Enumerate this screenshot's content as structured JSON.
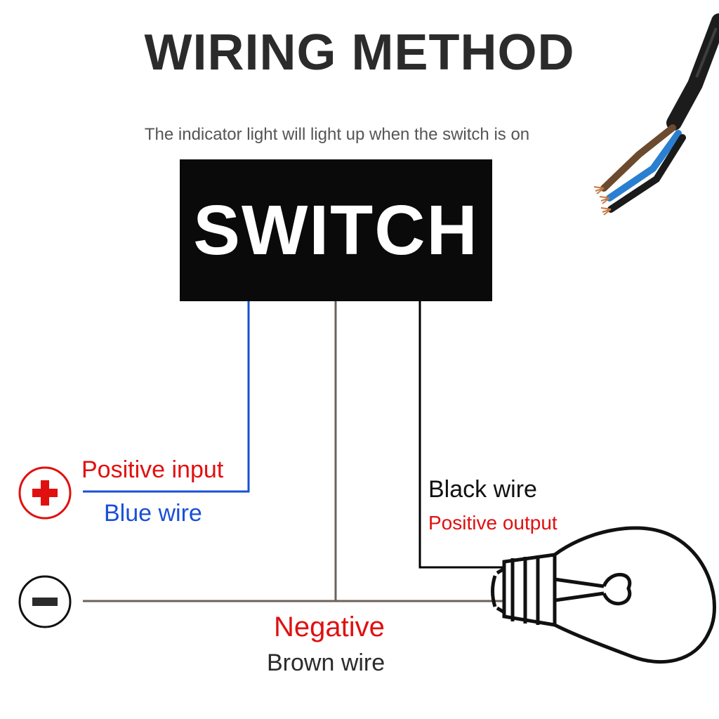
{
  "header": {
    "title": "WIRING METHOD",
    "subtitle": "The indicator light will light up when the switch is on"
  },
  "switch": {
    "label": "SWITCH"
  },
  "wires": {
    "blue": {
      "role": "Positive input",
      "name": "Blue wire",
      "color": "#1a4fd6"
    },
    "black": {
      "name": "Black wire",
      "role": "Positive output",
      "color": "#000000"
    },
    "brown": {
      "role": "Negative",
      "name": "Brown wire",
      "color": "#6e6259"
    }
  },
  "colors": {
    "red": "#e01010",
    "blue": "#1a4fd6",
    "dark": "#2b2b2b"
  },
  "icons": {
    "positive": "plus-icon",
    "negative": "minus-icon",
    "bulb": "light-bulb-icon",
    "cable": "cable-photo"
  }
}
